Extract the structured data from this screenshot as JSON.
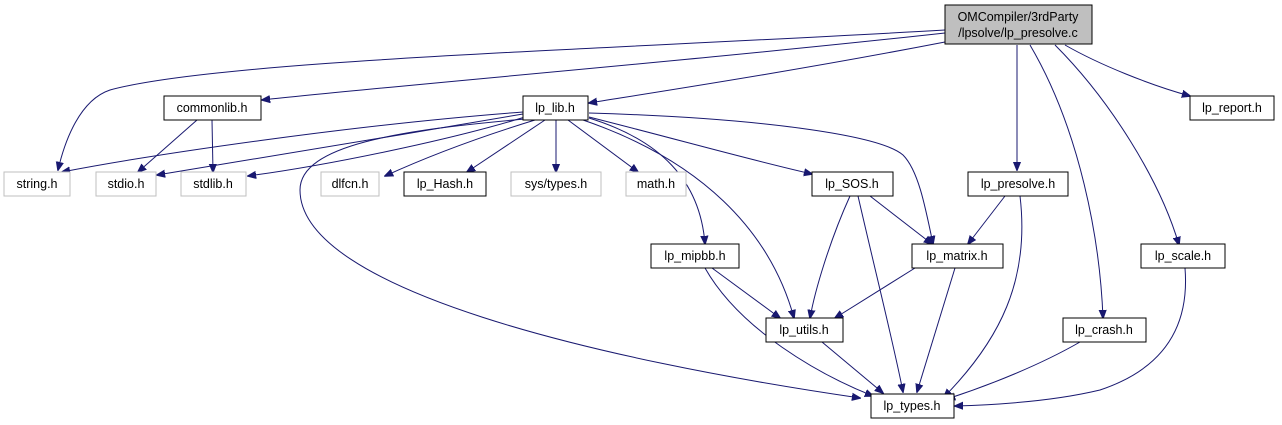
{
  "colors": {
    "edge": "#191970",
    "node_border": "#000000",
    "system_border": "#bfbfbf",
    "root_fill": "#bfbfbf",
    "node_fill": "#ffffff",
    "text": "#000000"
  },
  "nodes": {
    "root": {
      "lines": [
        "OMCompiler/3rdParty",
        "/lpsolve/lp_presolve.c"
      ]
    },
    "commonlib": {
      "label": "commonlib.h"
    },
    "lp_lib": {
      "label": "lp_lib.h"
    },
    "lp_report": {
      "label": "lp_report.h"
    },
    "string": {
      "label": "string.h"
    },
    "stdio": {
      "label": "stdio.h"
    },
    "stdlib": {
      "label": "stdlib.h"
    },
    "dlfcn": {
      "label": "dlfcn.h"
    },
    "lp_hash": {
      "label": "lp_Hash.h"
    },
    "sys_types": {
      "label": "sys/types.h"
    },
    "math": {
      "label": "math.h"
    },
    "lp_sos": {
      "label": "lp_SOS.h"
    },
    "lp_presolve": {
      "label": "lp_presolve.h"
    },
    "lp_mipbb": {
      "label": "lp_mipbb.h"
    },
    "lp_matrix": {
      "label": "lp_matrix.h"
    },
    "lp_scale": {
      "label": "lp_scale.h"
    },
    "lp_utils": {
      "label": "lp_utils.h"
    },
    "lp_crash": {
      "label": "lp_crash.h"
    },
    "lp_types": {
      "label": "lp_types.h"
    }
  }
}
